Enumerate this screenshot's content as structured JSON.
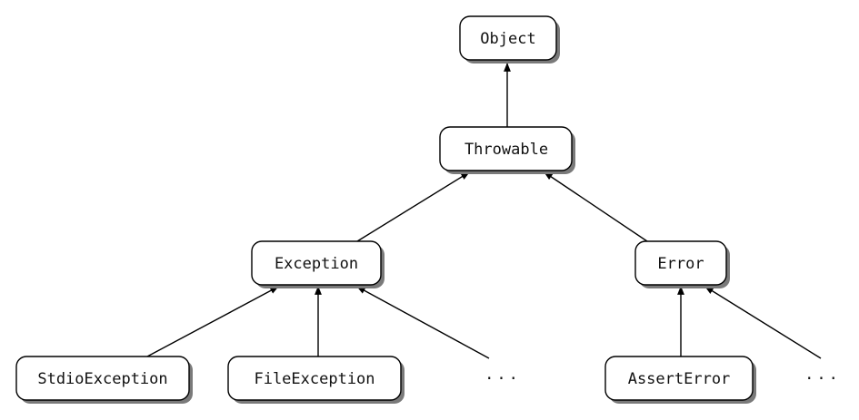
{
  "diagram": {
    "type": "class-hierarchy",
    "nodes": {
      "object": "Object",
      "throwable": "Throwable",
      "exception": "Exception",
      "error": "Error",
      "stdio_exception": "StdioException",
      "file_exception": "FileException",
      "assert_error": "AssertError"
    },
    "ellipses": {
      "exception_more": "...",
      "error_more": "..."
    },
    "edges": [
      {
        "from": "Throwable",
        "to": "Object"
      },
      {
        "from": "Exception",
        "to": "Throwable"
      },
      {
        "from": "Error",
        "to": "Throwable"
      },
      {
        "from": "StdioException",
        "to": "Exception"
      },
      {
        "from": "FileException",
        "to": "Exception"
      },
      {
        "from": "...",
        "to": "Exception"
      },
      {
        "from": "AssertError",
        "to": "Error"
      },
      {
        "from": "...",
        "to": "Error"
      }
    ],
    "colors": {
      "box_fill": "#ffffff",
      "box_stroke": "#000000",
      "shadow": "#7a7a7a",
      "edge": "#000000"
    }
  }
}
